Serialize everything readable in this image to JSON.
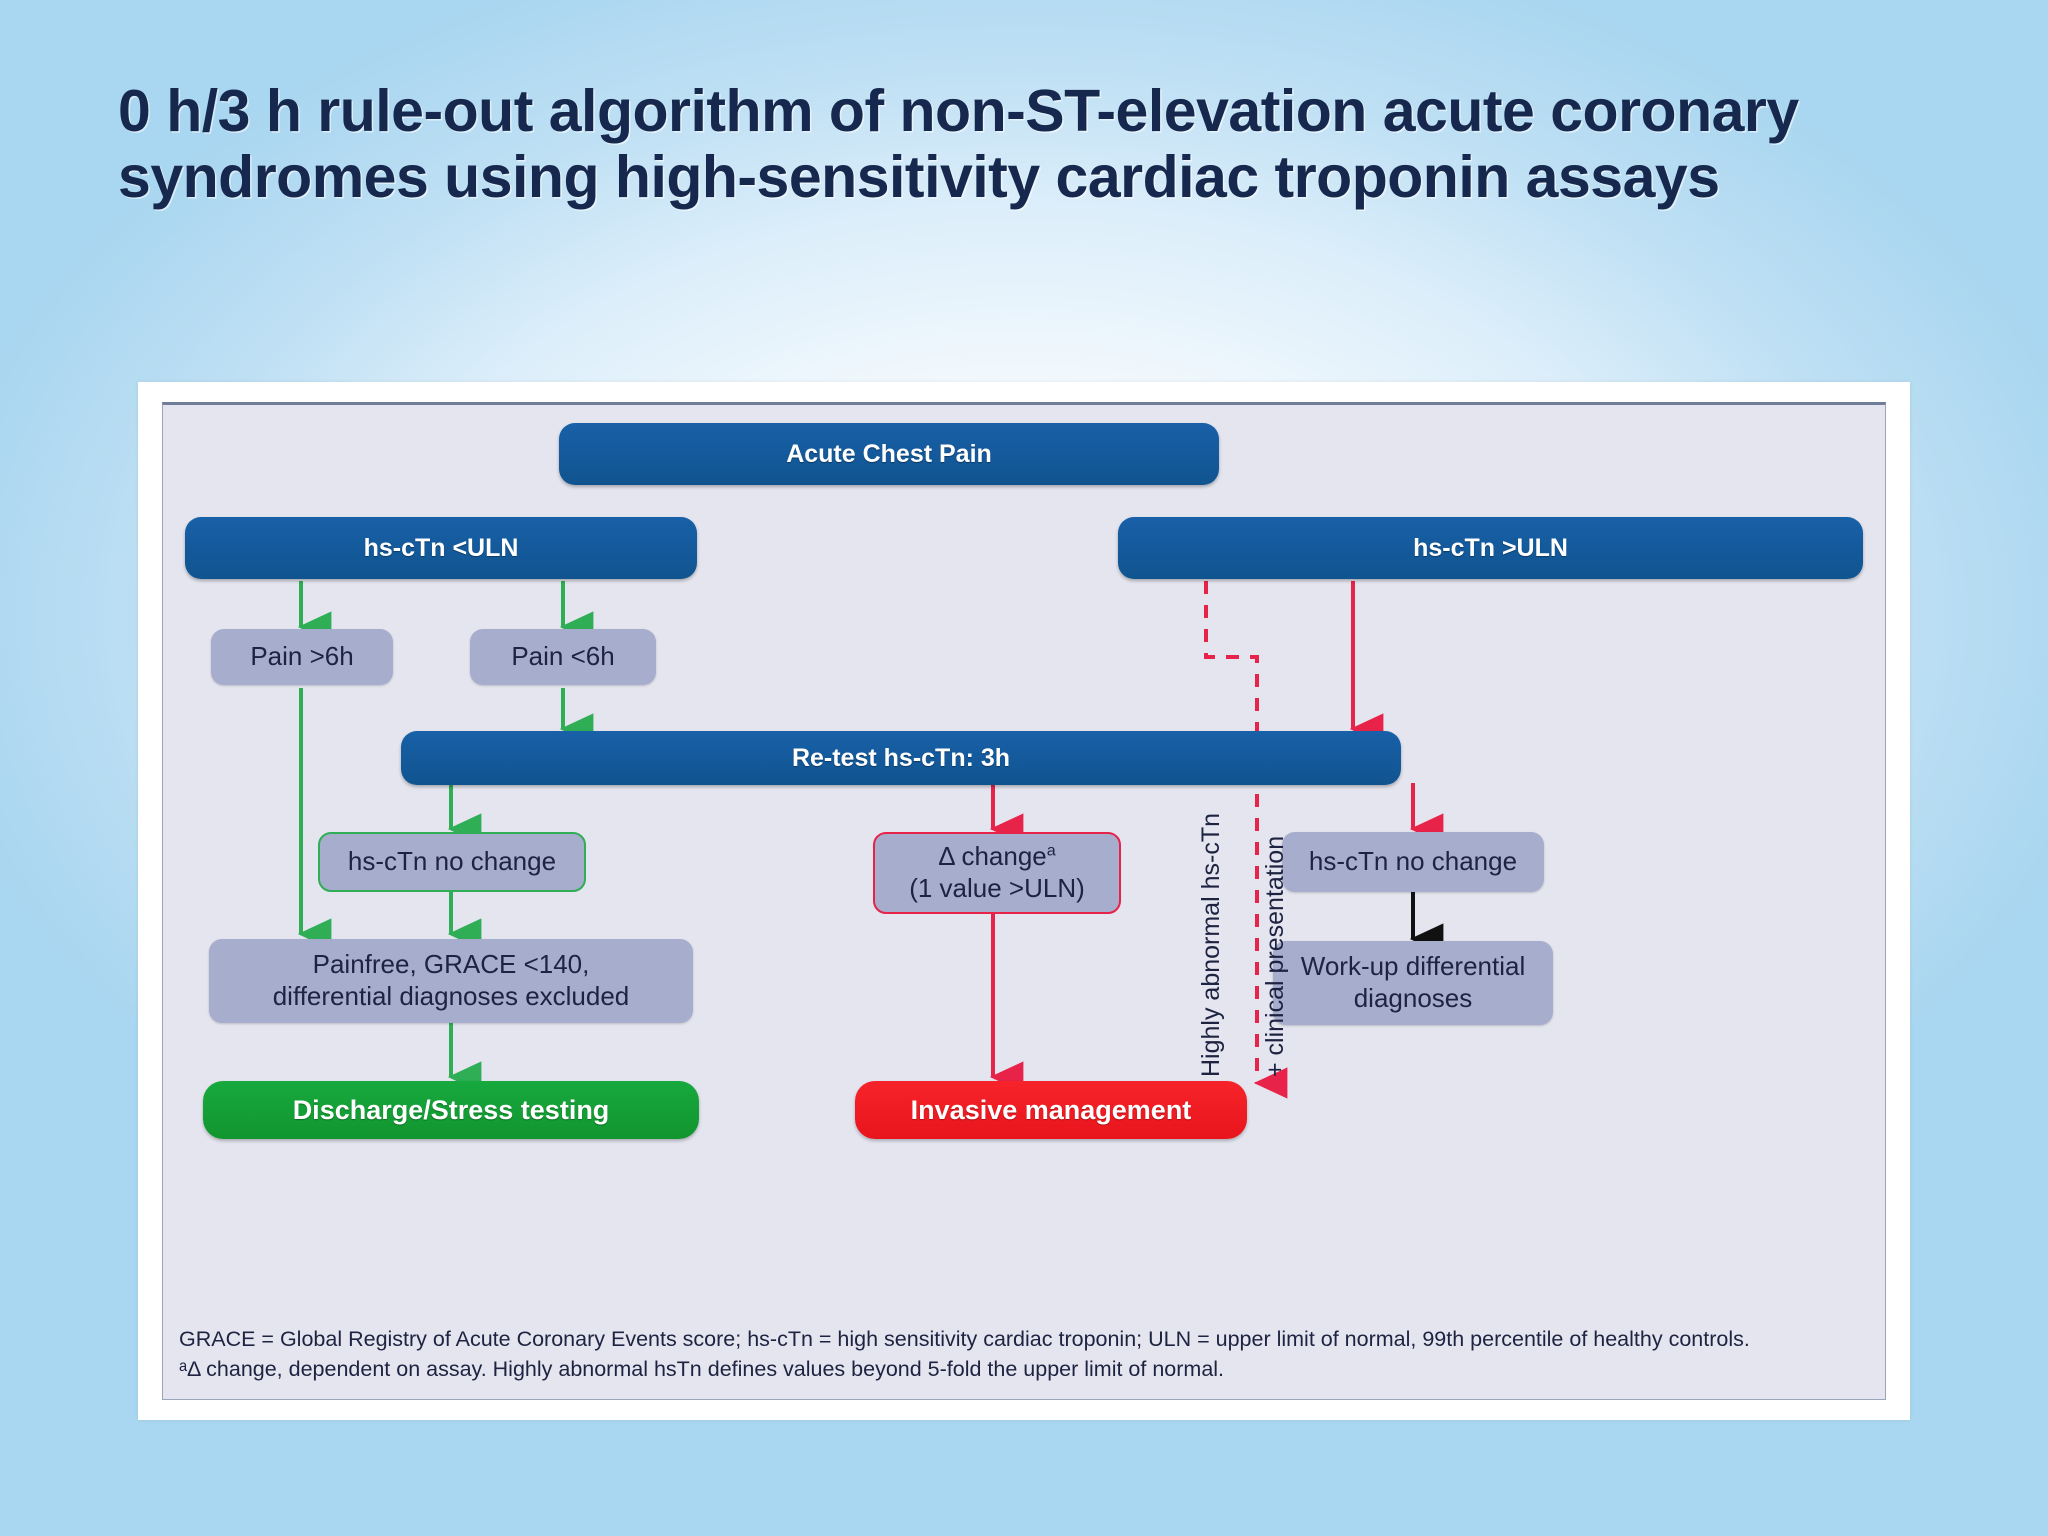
{
  "slide": {
    "title": "0 h/3 h rule-out algorithm of non-ST-elevation acute coronary syndromes using high-sensitivity cardiac troponin assays"
  },
  "colors": {
    "blue": "#14589c",
    "lavender": "#a7adcd",
    "green": "#14a038",
    "red": "#ef1c24",
    "panel_bg": "#e4e5ef",
    "title_text": "#16284d"
  },
  "flowchart": {
    "nodes": {
      "acute_chest_pain": "Acute Chest Pain",
      "hsctn_below_uln": "hs-cTn <ULN",
      "hsctn_above_uln": "hs-cTn >ULN",
      "pain_over_6h": "Pain >6h",
      "pain_under_6h": "Pain <6h",
      "retest": "Re-test hs-cTn: 3h",
      "no_change_left": "hs-cTn no change",
      "delta_change_line1": "Δ change",
      "delta_change_sup": "a",
      "delta_change_line2": "(1 value  >ULN)",
      "no_change_right": "hs-cTn no change",
      "workup_line1": "Work-up differential",
      "workup_line2": "diagnoses",
      "painfree_line1": "Painfree, GRACE <140,",
      "painfree_line2": "differential diagnoses excluded",
      "discharge": "Discharge/Stress testing",
      "invasive": "Invasive management"
    },
    "side_labels": {
      "highly_abnormal": "Highly abnormal hs-cTn",
      "clinical_presentation": "+ clinical presentation"
    },
    "footnote": {
      "line1": "GRACE = Global Registry of Acute Coronary Events score; hs-cTn = high sensitivity cardiac troponin; ULN = upper limit of normal, 99th percentile of healthy controls.",
      "line2": "ᵃΔ change, dependent on assay. Highly abnormal hsTn defines values beyond 5-fold the upper limit of normal."
    }
  }
}
